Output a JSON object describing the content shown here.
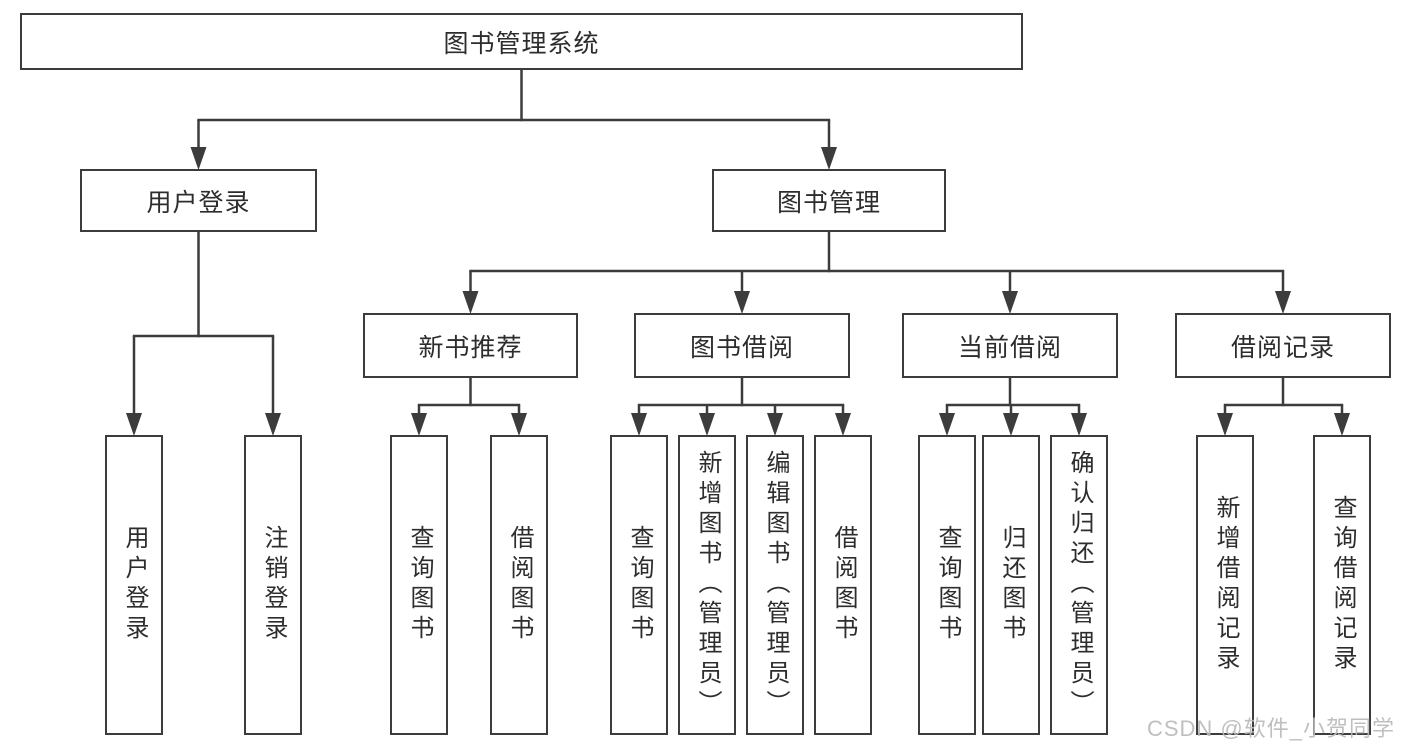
{
  "diagram": {
    "title": "图书管理系统",
    "root": {
      "label": "图书管理系统"
    },
    "level2": [
      {
        "label": "用户登录"
      },
      {
        "label": "图书管理"
      }
    ],
    "level3": [
      {
        "label": "新书推荐"
      },
      {
        "label": "图书借阅"
      },
      {
        "label": "当前借阅"
      },
      {
        "label": "借阅记录"
      }
    ],
    "leaves": {
      "user_login": [
        "用户登录",
        "注销登录"
      ],
      "new_book": [
        "查询图书",
        "借阅图书"
      ],
      "book_borrow": [
        "查询图书",
        "新增图书（管理员）",
        "编辑图书（管理员）",
        "借阅图书"
      ],
      "current_borrow": [
        "查询图书",
        "归还图书",
        "确认归还（管理员）"
      ],
      "borrow_record": [
        "新增借阅记录",
        "查询借阅记录"
      ]
    }
  },
  "watermark": {
    "text": "CSDN @软件_小贺同学",
    "color": "#bababa"
  },
  "colors": {
    "line": "#3c3c3c",
    "text": "#2d2d2d",
    "background": "#ffffff"
  }
}
